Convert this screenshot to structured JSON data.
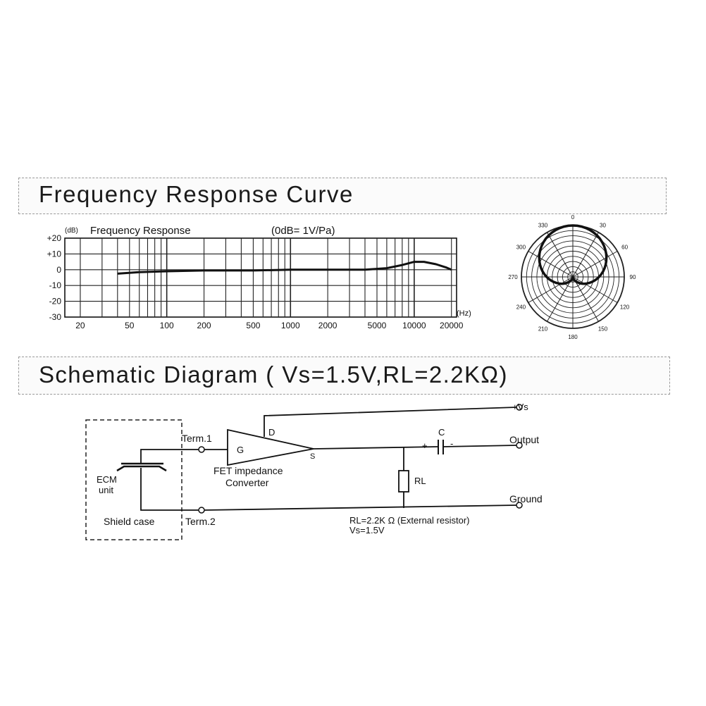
{
  "banners": {
    "frequency_title": "Frequency  Response Curve",
    "schematic_title": "Schematic  Diagram ( Vs=1.5V,RL=2.2KΩ)"
  },
  "chart_data": [
    {
      "type": "line",
      "title": "Frequency Response",
      "title_prefix": "(dB)",
      "note": "(0dB= 1V/Pa)",
      "x_scale": "log",
      "xlabel": "(Hz)",
      "x_ticks": [
        "20",
        "50",
        "100",
        "200",
        "500",
        "1000",
        "2000",
        "5000",
        "10000",
        "20000"
      ],
      "y_ticks": [
        "+20",
        "+10",
        "0",
        "-10",
        "-20",
        "-30"
      ],
      "xlim": [
        15,
        22000
      ],
      "ylim": [
        -30,
        20
      ],
      "grid": true,
      "series": [
        {
          "x": [
            40,
            60,
            100,
            200,
            500,
            1000,
            2000,
            4000,
            6000,
            8000,
            10000,
            12000,
            15000,
            18000,
            20000
          ],
          "y": [
            -2.5,
            -1.5,
            -1,
            -0.5,
            -0.5,
            0,
            0,
            0,
            1,
            3,
            5,
            5,
            3.5,
            1.5,
            0
          ]
        }
      ]
    },
    {
      "type": "polar",
      "angle_labels": [
        "0",
        "30",
        "60",
        "90",
        "120",
        "150",
        "180",
        "210",
        "240",
        "270",
        "300",
        "330"
      ]
    }
  ],
  "schematic": {
    "vs_label": "+Vs",
    "output_label": "Output",
    "ground_label": "Ground",
    "c_label": "C",
    "plus_sign": "+",
    "minus_sign": "-",
    "d_label": "D",
    "g_label": "G",
    "s_label": "S",
    "term1_label": "Term.1",
    "term2_label": "Term.2",
    "fet_line1": "FET impedance",
    "fet_line2": "Converter",
    "ecm_line1": "ECM",
    "ecm_line2": "unit",
    "shield_label": "Shield case",
    "rl_label": "RL",
    "rl_note": "RL=2.2K Ω (External resistor)",
    "vs_note": "Vs=1.5V"
  }
}
